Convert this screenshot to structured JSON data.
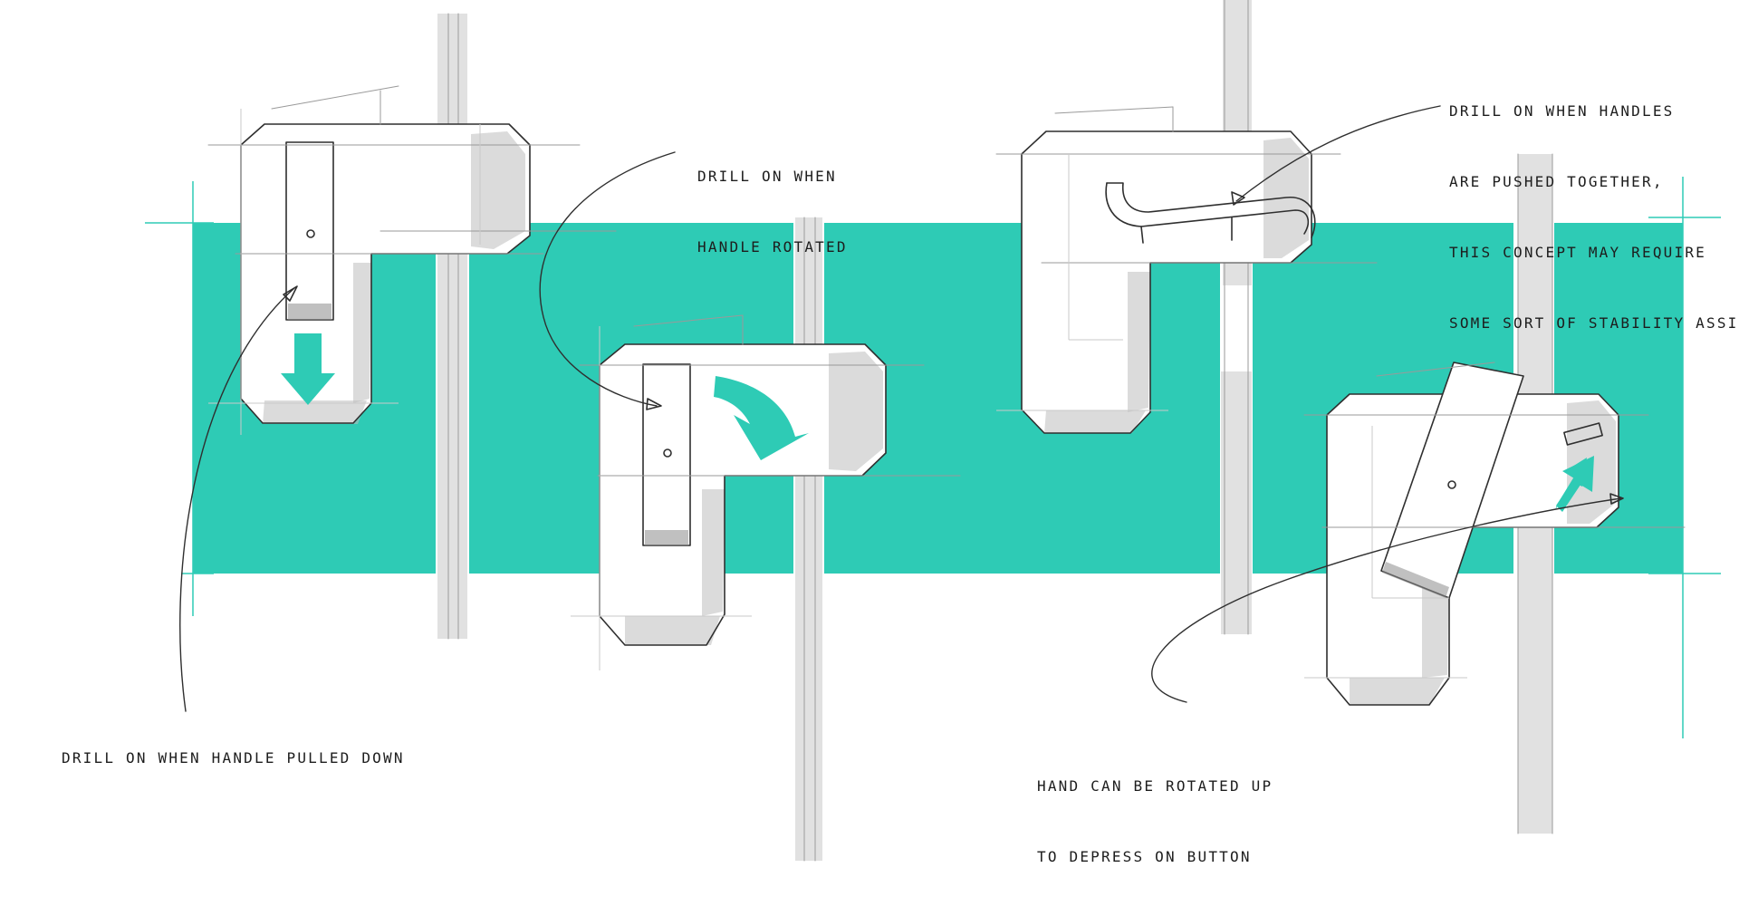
{
  "colors": {
    "accent": "#2ecbb5",
    "ink": "#2f2f2f",
    "shade": "#bdbdbd",
    "background": "#ffffff"
  },
  "annotations": {
    "concept_1": "DRILL ON WHEN HANDLE PULLED DOWN",
    "concept_2_line_1": "DRILL ON WHEN",
    "concept_2_line_2": "HANDLE ROTATED",
    "concept_3_line_1": "DRILL ON WHEN HANDLES",
    "concept_3_line_2": "ARE PUSHED TOGETHER,",
    "concept_3_line_3": "THIS CONCEPT MAY REQUIRE",
    "concept_3_line_4": "SOME SORT OF STABILITY ASSIST",
    "concept_4_line_1": "HAND CAN BE ROTATED UP",
    "concept_4_line_2": "TO DEPRESS ON BUTTON"
  },
  "icons": {
    "arrow_down": "arrow-down-icon",
    "arrow_rotate": "rotate-arrow-icon",
    "arrow_up": "arrow-up-icon"
  }
}
